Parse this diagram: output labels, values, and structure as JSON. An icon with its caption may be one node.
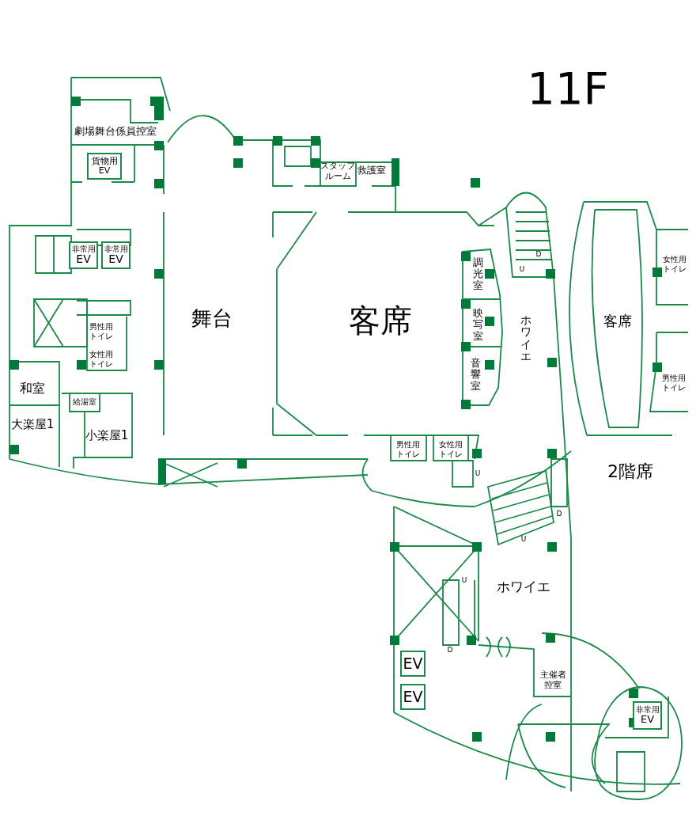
{
  "diagram": {
    "nodes": [
      {
        "text": [
          "貨物用",
          "EV"
        ]
      },
      {
        "text": [
          "非常用",
          "EV"
        ]
      },
      {
        "text": [
          "非常用",
          "EV"
        ]
      },
      {
        "text": [
          "EV"
        ]
      },
      {
        "text": [
          "EV"
        ]
      },
      {
        "text": [
          "非常用",
          "EV"
        ]
      }
    ],
    "labels": [
      "11F",
      "劇場舞台係員控室",
      "スタッフルーム",
      "救護室",
      "D",
      "U",
      "女性用トイレ",
      "調光室",
      "舞台",
      "客席",
      "ホワイエ",
      "客席",
      "男性用トイレ",
      "映写室",
      "女性用トイレ",
      "男性用トイレ",
      "和室",
      "音響室",
      "給湯室",
      "大楽屋1",
      "小楽屋1",
      "男性用トイレ",
      "女性用トイレ",
      "U",
      "2階席",
      "D",
      "U",
      "U",
      "ホワイエ",
      "D",
      "主催者控室"
    ]
  }
}
